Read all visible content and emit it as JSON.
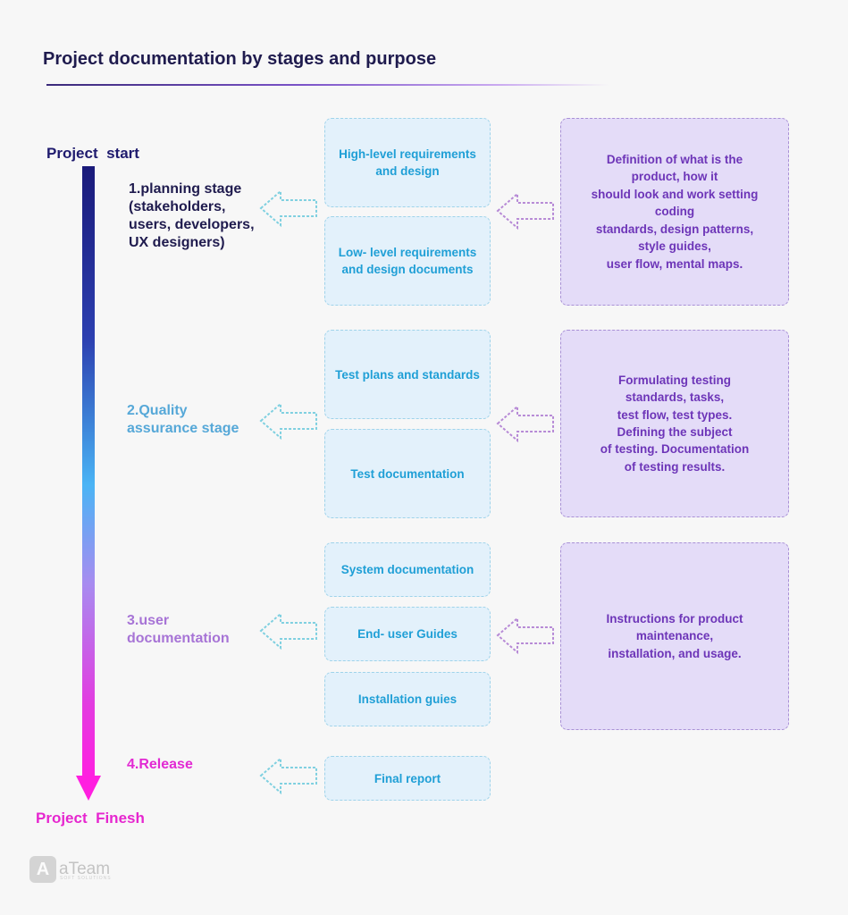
{
  "title": "Project documentation by stages and purpose",
  "timeline": {
    "start_label": "Project  start",
    "finish_label": "Project  Finesh"
  },
  "stages": [
    {
      "label": "1.planning stage\n(stakeholders,\nusers, developers,\nUX designers)",
      "docs": [
        "High-level requirements and design",
        "Low- level requirements and design documents"
      ],
      "purpose": "Definition of what is the\nproduct, how it\nshould look and work setting\ncoding\nstandards, design patterns,\nstyle guides,\nuser flow, mental maps."
    },
    {
      "label": "2.Quality\nassurance stage",
      "docs": [
        "Test plans and standards",
        "Test documentation"
      ],
      "purpose": "Formulating testing\nstandards, tasks,\ntest flow, test types.\nDefining the subject\nof testing. Documentation\nof testing results."
    },
    {
      "label": "3.user\ndocumentation",
      "docs": [
        "System documentation",
        "End- user Guides",
        "Installation guies"
      ],
      "purpose": "Instructions for product\nmaintenance,\ninstallation, and usage."
    },
    {
      "label": "4.Release",
      "docs": [
        "Final report"
      ]
    }
  ],
  "logo": {
    "mark": "A",
    "name": "aTeam",
    "tagline": "SOFT SOLUTIONS"
  },
  "colors": {
    "doc_box_fill": "#e3f1fb",
    "doc_box_text": "#1f9fd6",
    "purpose_box_fill": "#e4dcf8",
    "purpose_box_text": "#6d35b8",
    "stage1": "#1f1b4e",
    "stage2": "#56a8d8",
    "stage3": "#a774d6",
    "stage4": "#e22ad3"
  }
}
